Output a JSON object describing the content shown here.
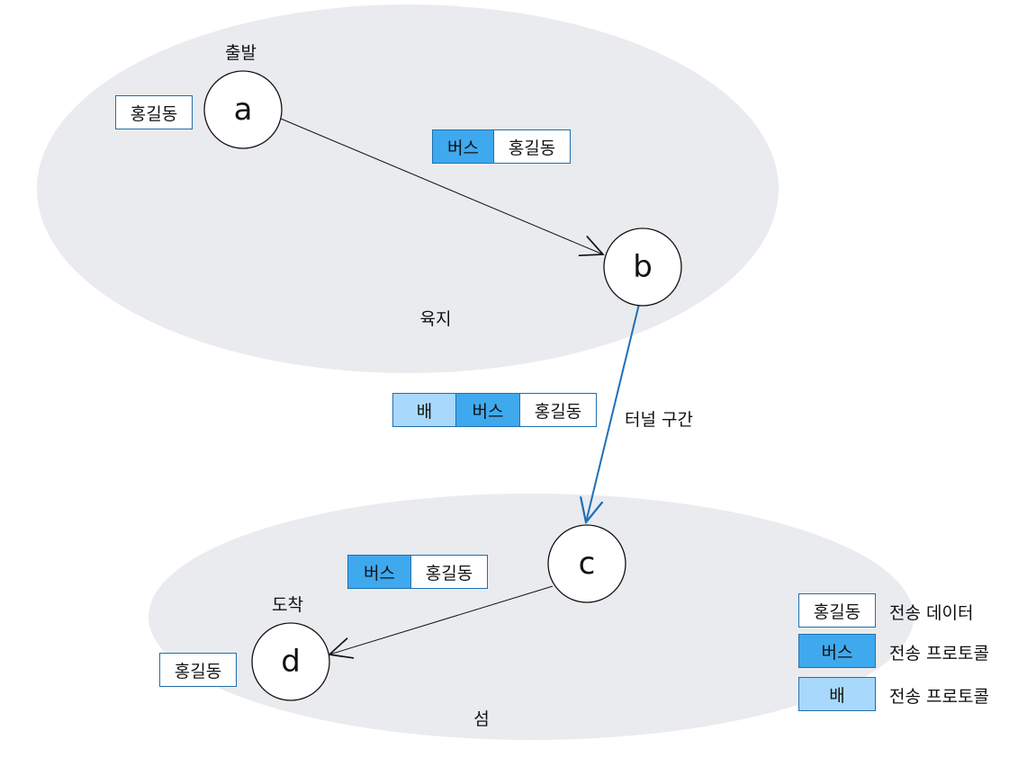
{
  "regions": {
    "land": "육지",
    "island": "섬"
  },
  "nodes": {
    "a": "a",
    "b": "b",
    "c": "c",
    "d": "d"
  },
  "labels": {
    "departure": "출발",
    "arrival": "도착",
    "tunnel": "터널 구간"
  },
  "packets": {
    "data": "홍길동",
    "bus": "버스",
    "ship": "배"
  },
  "legend": [
    {
      "box": "홍길동",
      "text": "전송 데이터",
      "kind": "data"
    },
    {
      "box": "버스",
      "text": "전송 프로토콜",
      "kind": "bus"
    },
    {
      "box": "배",
      "text": "전송 프로토콜",
      "kind": "ship"
    }
  ],
  "colors": {
    "bus": "#3fa9ee",
    "ship": "#a8d8fb",
    "region": "#e9ebee",
    "tunnel_arrow": "#1f6fb8"
  }
}
